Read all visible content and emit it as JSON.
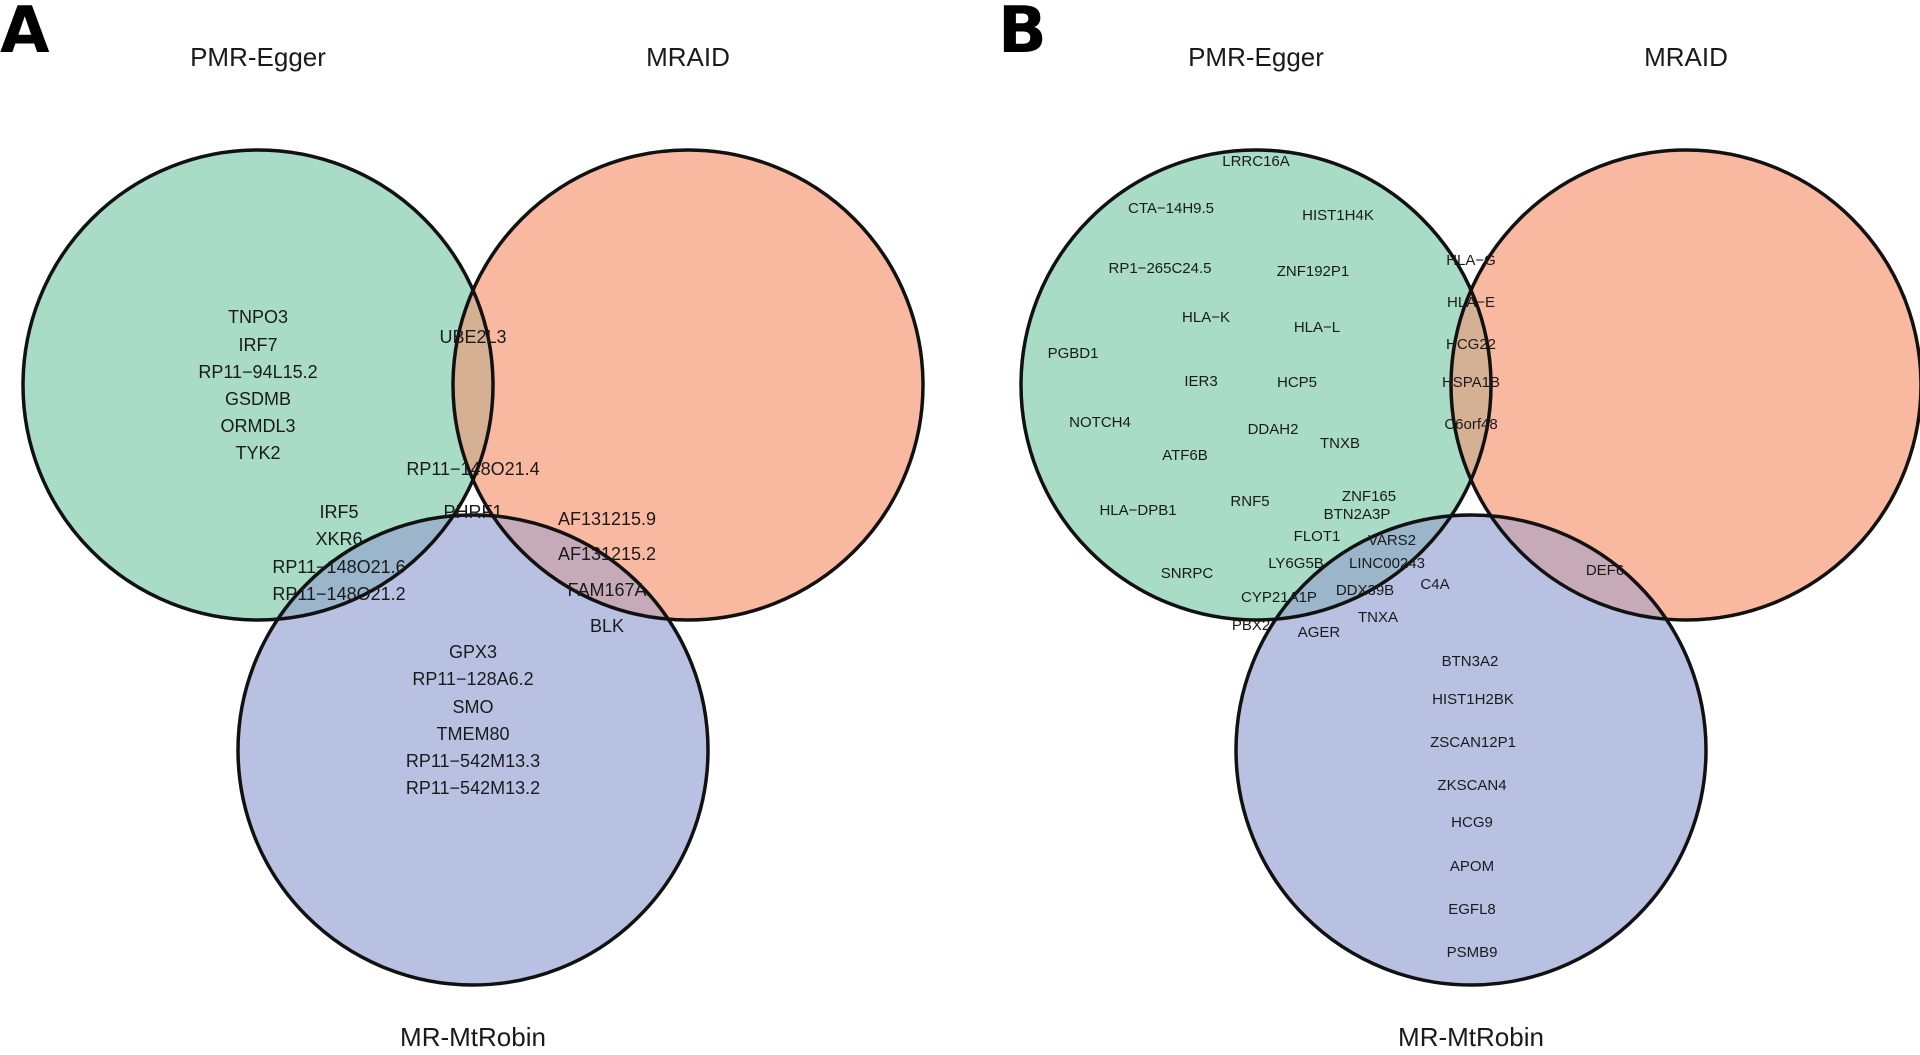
{
  "colors": {
    "set1_fill": "#a8dcc6",
    "set2_fill": "#f9b8a0",
    "set3_fill": "#b9c1e2",
    "outline": "#111111"
  },
  "panels": [
    {
      "letter": "A",
      "sets": [
        "PMR-Egger",
        "MRAID",
        "MR-MtRobin"
      ],
      "regions": {
        "egger_only": [
          "TNPO3",
          "IRF7",
          "RP11−94L15.2",
          "GSDMB",
          "ORMDL3",
          "TYK2"
        ],
        "egger_mraid": [
          "UBE2L3"
        ],
        "egger_robin": [
          "IRF5",
          "XKR6",
          "RP11−148O21.6",
          "RP11−148O21.2"
        ],
        "all_three": [
          "RP11−148O21.4",
          "PHRF1"
        ],
        "mraid_robin": [
          "AF131215.9",
          "AF131215.2",
          "FAM167A",
          "BLK"
        ],
        "robin_only": [
          "GPX3",
          "RP11−128A6.2",
          "SMO",
          "TMEM80",
          "RP11−542M13.3",
          "RP11−542M13.2"
        ]
      }
    },
    {
      "letter": "B",
      "sets": [
        "PMR-Egger",
        "MRAID",
        "MR-MtRobin"
      ],
      "regions": {
        "egger_only": [
          "LRRC16A",
          "CTA−14H9.5",
          "HIST1H4K",
          "RP1−265C24.5",
          "ZNF192P1",
          "HLA−K",
          "HLA−L",
          "PGBD1",
          "IER3",
          "HCP5",
          "NOTCH4",
          "DDAH2",
          "TNXB",
          "ATF6B",
          "RNF5",
          "HLA−DPB1",
          "SNRPC"
        ],
        "egger_mraid": [
          "HLA−G",
          "HLA−E",
          "HCG22",
          "HSPA1B",
          "C6orf48"
        ],
        "egger_robin": [
          "ZNF165",
          "BTN2A3P",
          "FLOT1",
          "VARS2",
          "LY6G5B",
          "LINC00243",
          "CYP21A1P",
          "DDX39B",
          "C4A",
          "PBX2",
          "AGER",
          "TNXA"
        ],
        "mraid_robin": [
          "DEF6"
        ],
        "robin_only": [
          "BTN3A2",
          "HIST1H2BK",
          "ZSCAN12P1",
          "ZKSCAN4",
          "HCG9",
          "APOM",
          "EGFL8",
          "PSMB9"
        ]
      }
    }
  ]
}
